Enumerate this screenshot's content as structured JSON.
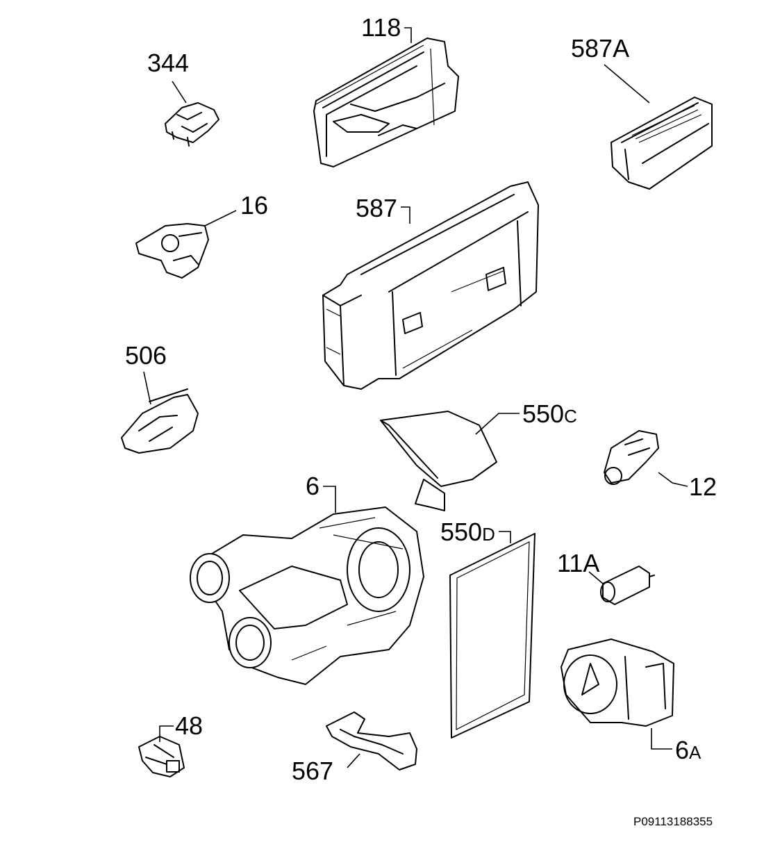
{
  "labels": {
    "p118": "118",
    "p344": "344",
    "p587A_num": "587",
    "p587A_suf": "A",
    "p16": "16",
    "p587": "587",
    "p506": "506",
    "p550C_num": "550",
    "p550C_suf": "C",
    "p12": "12",
    "p6": "6",
    "p550D_num": "550",
    "p550D_suf": "D",
    "p11A_num": "11",
    "p11A_suf": "A",
    "p48": "48",
    "p567": "567",
    "p6A_num": "6",
    "p6A_suf": "A"
  },
  "footer": {
    "code": "P09113188355"
  }
}
